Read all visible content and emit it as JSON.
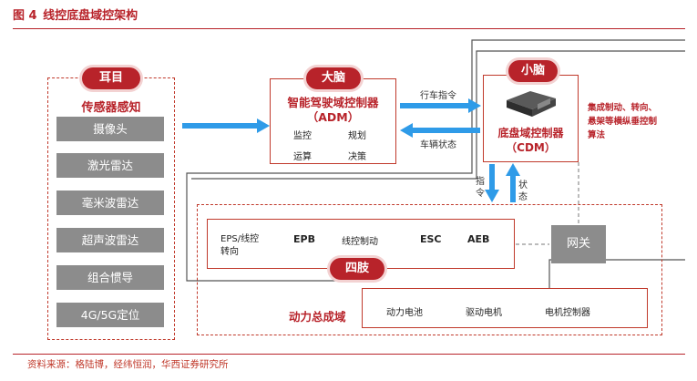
{
  "figure": {
    "number": "图 4",
    "title": "线控底盘域控架构"
  },
  "eyes": {
    "badge": "耳目",
    "heading": "传感器感知",
    "sensors": [
      "摄像头",
      "激光雷达",
      "毫米波雷达",
      "超声波雷达",
      "组合惯导",
      "4G/5G定位"
    ]
  },
  "adm": {
    "badge": "大脑",
    "title": "智能驾驶域控制器",
    "abbr": "（ADM）",
    "funcs": [
      "监控",
      "规划",
      "运算",
      "决策"
    ]
  },
  "cdm": {
    "badge": "小脑",
    "title": "底盘域控制器",
    "abbr": "（CDM）",
    "desc": "集成制动、转向、悬架等横纵垂控制算法"
  },
  "arrows": {
    "adm_to_cdm": "行车指令",
    "cdm_to_adm": "车辆状态",
    "down": "指令",
    "up": "状态"
  },
  "limbs": {
    "badge": "四肢",
    "items": [
      "EPS/线控转向",
      "EPB",
      "线控制动",
      "ESC",
      "AEB"
    ]
  },
  "gateway": "网关",
  "powertrain": {
    "label": "动力总成域",
    "items": [
      "动力电池",
      "驱动电机",
      "电机控制器"
    ]
  },
  "source": "资料来源：格陆博，经纬恒润，华西证券研究所",
  "colors": {
    "accent": "#b8232a",
    "arrow": "#2f9be8",
    "box_gray": "#8c8c8c"
  }
}
